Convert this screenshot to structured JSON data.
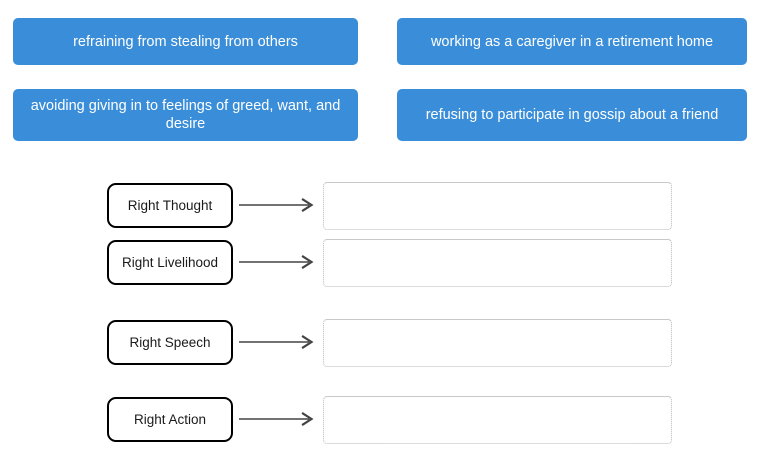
{
  "exercise": {
    "type": "drag-and-drop-matching",
    "accent_color": "#3a8dd8",
    "tile_text_color": "#ffffff",
    "term_border_color": "#000000",
    "dropzone_border_color": "#b8b8b8",
    "arrow_color": "#444444"
  },
  "tiles": [
    {
      "id": "tile-1",
      "label": "refraining from stealing from others"
    },
    {
      "id": "tile-2",
      "label": "working as a caregiver in a retirement home"
    },
    {
      "id": "tile-3",
      "label": "avoiding giving in to feelings of greed, want, and desire"
    },
    {
      "id": "tile-4",
      "label": "refusing to participate in gossip about a friend"
    }
  ],
  "rows": [
    {
      "term": "Right Thought",
      "answer": ""
    },
    {
      "term": "Right Livelihood",
      "answer": ""
    },
    {
      "term": "Right Speech",
      "answer": ""
    },
    {
      "term": "Right Action",
      "answer": ""
    }
  ]
}
